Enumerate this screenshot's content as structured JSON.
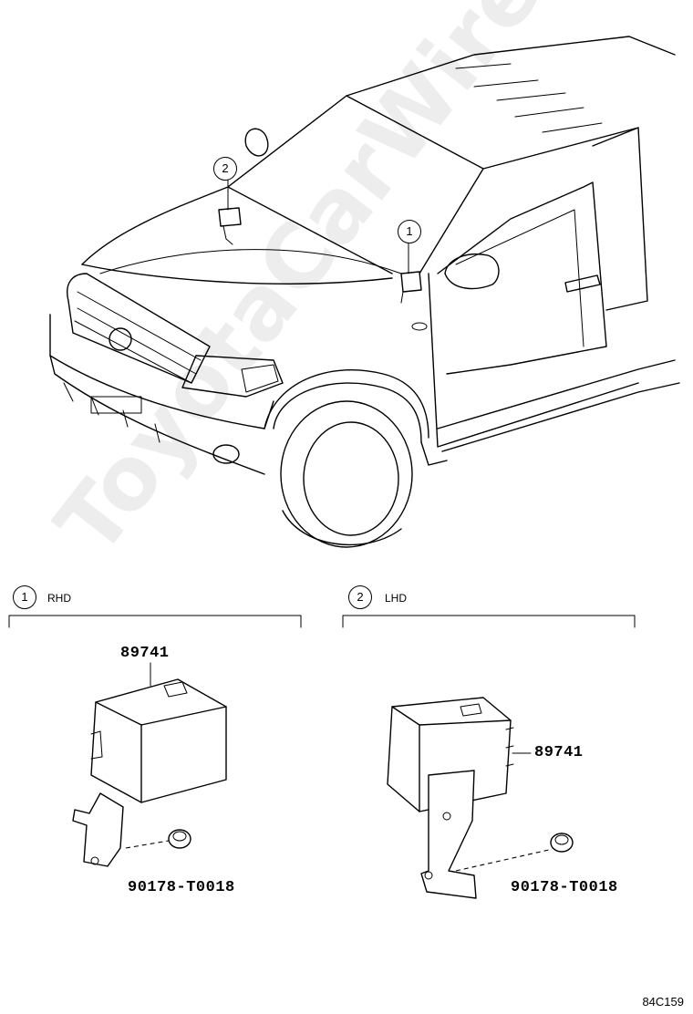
{
  "callouts": {
    "c1": "1",
    "c2": "2"
  },
  "sections": {
    "rhd": {
      "num": "1",
      "label": "RHD"
    },
    "lhd": {
      "num": "2",
      "label": "LHD"
    }
  },
  "parts": {
    "rhd_module": "89741",
    "rhd_bolt": "90178-T0018",
    "lhd_module": "89741",
    "lhd_bolt": "90178-T0018"
  },
  "watermark": "ToyotaCarWire.ru",
  "figure_ref": "84C159"
}
